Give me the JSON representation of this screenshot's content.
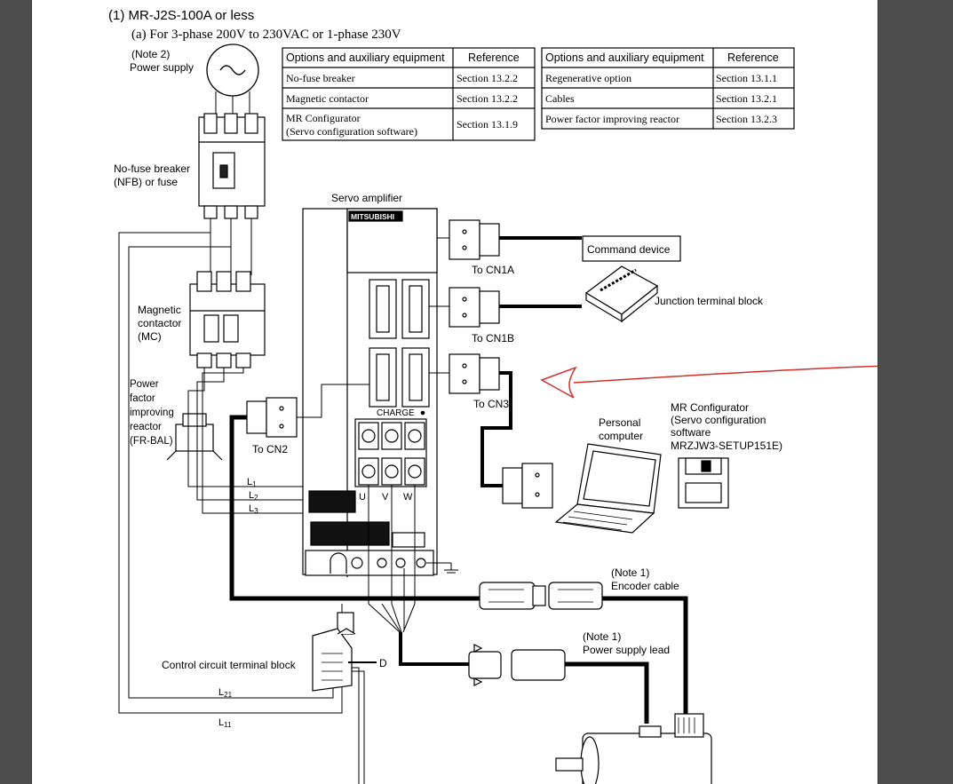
{
  "heading": "(1) MR-J2S-100A or less",
  "subheading": "(a) For 3-phase 200V to 230VAC or 1-phase 230V",
  "tables": [
    {
      "header": [
        "Options and auxiliary equipment",
        "Reference"
      ],
      "rows": [
        [
          "No-fuse breaker",
          "Section 13.2.2"
        ],
        [
          "Magnetic contactor",
          "Section 13.2.2"
        ],
        [
          "MR Configurator",
          "Section 13.1.9"
        ]
      ],
      "row3_line2": "(Servo configuration software)"
    },
    {
      "header": [
        "Options and auxiliary equipment",
        "Reference"
      ],
      "rows": [
        [
          "Regenerative option",
          "Section 13.1.1"
        ],
        [
          "Cables",
          "Section 13.2.1"
        ],
        [
          "Power factor improving reactor",
          "Section 13.2.3"
        ]
      ]
    }
  ],
  "labels": {
    "note2": "(Note 2)",
    "power_supply": "Power supply",
    "nfb_1": "No-fuse breaker",
    "nfb_2": "(NFB) or fuse",
    "mc_1": "Magnetic",
    "mc_2": "contactor",
    "mc_3": "(MC)",
    "pfr_1": "Power",
    "pfr_2": "factor",
    "pfr_3": "improving",
    "pfr_4": "reactor",
    "pfr_5": "(FR-BAL)",
    "servo_amp": "Servo amplifier",
    "brand": "MITSUBISHI",
    "charge": "CHARGE",
    "to_cn1a": "To CN1A",
    "to_cn1b": "To CN1B",
    "to_cn2": "To CN2",
    "to_cn3": "To CN3",
    "command_device": "Command device",
    "junction": "Junction terminal block",
    "pc_1": "Personal",
    "pc_2": "computer",
    "mrc_1": "MR Configurator",
    "mrc_2": "(Servo configuration",
    "mrc_3": "software",
    "mrc_4": "MRZJW3-SETUP151E)",
    "l1": "L",
    "l1_sub": "1",
    "l2": "L",
    "l2_sub": "2",
    "l3": "L",
    "l3_sub": "3",
    "u": "U",
    "v": "V",
    "w": "W",
    "note1a": "(Note 1)",
    "encoder_cable": "Encoder cable",
    "note1b": "(Note 1)",
    "power_lead": "Power supply lead",
    "ctrl_block": "Control circuit terminal block",
    "d": "D",
    "l21": "L",
    "l21_sub": "21",
    "l11": "L",
    "l11_sub": "11"
  },
  "colors": {
    "annotation": "#d0312d"
  }
}
